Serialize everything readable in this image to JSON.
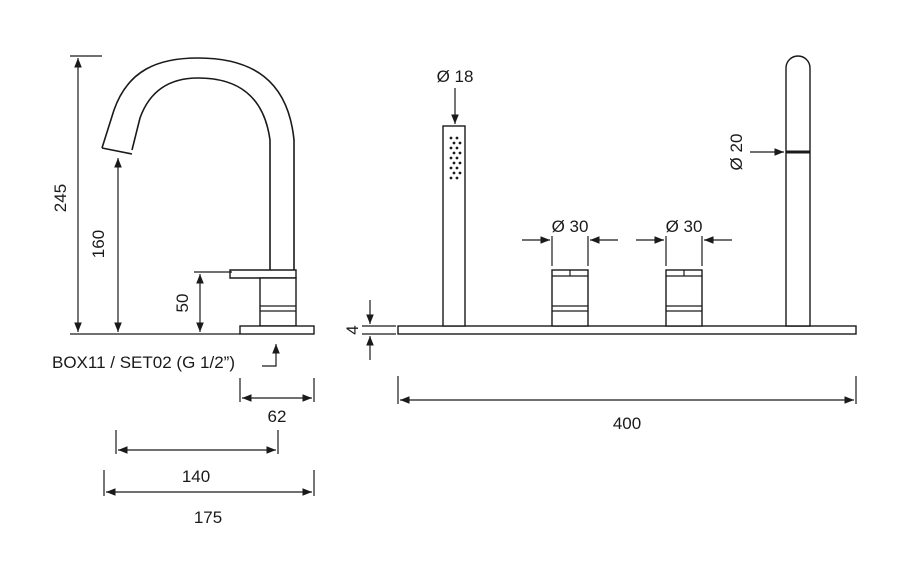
{
  "drawing": {
    "spout_height": "245",
    "outlet_height": "160",
    "lever_height": "50",
    "base_depth": "62",
    "reach": "140",
    "total_depth": "175",
    "plate_thickness": "4",
    "plate_length": "400",
    "handshower_diameter": "Ø 18",
    "handle1_diameter": "Ø 30",
    "handle2_diameter": "Ø 30",
    "holder_diameter": "Ø 20",
    "connection_note": "BOX11 / SET02 (G 1/2”)"
  }
}
